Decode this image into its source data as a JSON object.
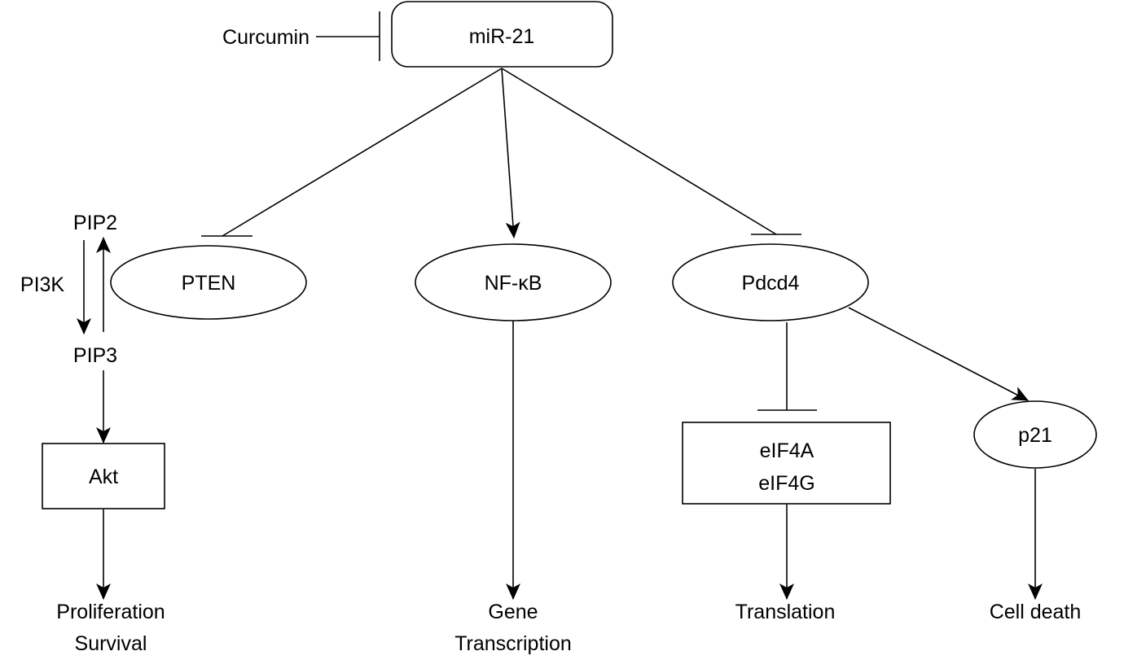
{
  "nodes": {
    "curcumin": "Curcumin",
    "mir21": "miR-21",
    "pip2": "PIP2",
    "pi3k": "PI3K",
    "pip3": "PIP3",
    "pten": "PTEN",
    "nfkb": "NF-κB",
    "pdcd4": "Pdcd4",
    "akt": "Akt",
    "eif4a": "eIF4A",
    "eif4g": "eIF4G",
    "p21": "p21"
  },
  "outcomes": {
    "proliferation": "Proliferation",
    "survival": "Survival",
    "gene": "Gene",
    "transcription": "Transcription",
    "translation": "Translation",
    "cell_death": "Cell death"
  },
  "colors": {
    "stroke": "#000000",
    "background": "#ffffff"
  }
}
